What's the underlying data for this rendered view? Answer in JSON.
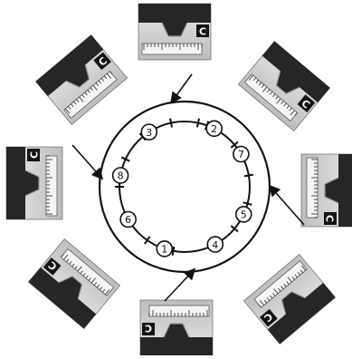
{
  "figure": {
    "node_labels": [
      "1",
      "2",
      "3",
      "4",
      "5",
      "6",
      "7",
      "8"
    ],
    "photo_letter": "C",
    "colors": {
      "line": "#111111",
      "photo_light": "#d9d9d9",
      "photo_mid": "#9a9a9a",
      "photo_dark": "#262626",
      "label_box": "#141414",
      "label_text": "#ffffff"
    }
  }
}
